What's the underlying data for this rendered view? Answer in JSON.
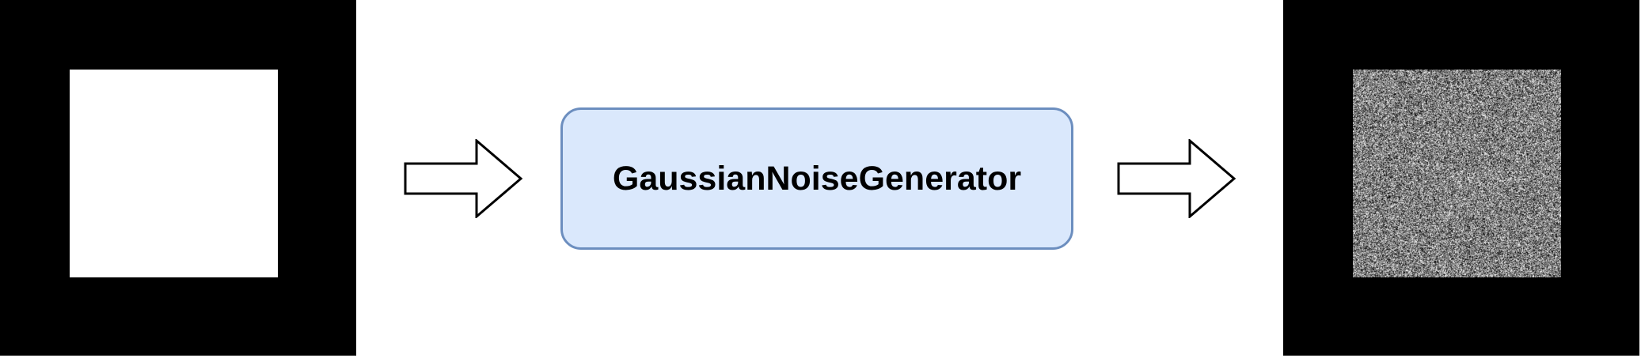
{
  "diagram": {
    "input": {
      "content": "white-square-on-black"
    },
    "process": {
      "label": "GaussianNoiseGenerator"
    },
    "output": {
      "content": "gaussian-noise-square-on-black"
    },
    "arrows": [
      "input-to-process",
      "process-to-output"
    ]
  },
  "colors": {
    "panel_background": "#000000",
    "input_square": "#ffffff",
    "process_fill": "#dae8fc",
    "process_border": "#6c8ebf",
    "arrow_fill": "#ffffff",
    "arrow_stroke": "#000000"
  }
}
